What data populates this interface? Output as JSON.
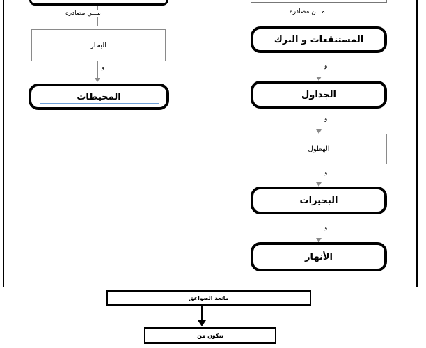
{
  "left_column": {
    "from_sources": "مـــن مصادره",
    "box1": "البحار",
    "conj1": "و",
    "box2": "المحيطات"
  },
  "right_column": {
    "from_sources": "مـــن مصادره",
    "box1": "المستنقعات و البرك",
    "conj1": "و",
    "box2": "الجداول",
    "conj2": "و",
    "box3": "الهطول",
    "conj3": "و",
    "box4": "البحيرات",
    "conj4": "و",
    "box5": "الأنهار"
  },
  "bottom": {
    "top_box": "مانعة الصواعق",
    "label": "تتكون من"
  }
}
